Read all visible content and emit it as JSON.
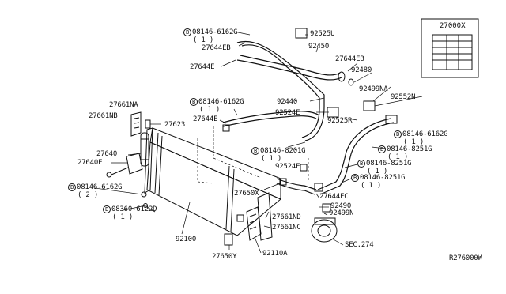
{
  "inset_box": {
    "label": "27000X"
  },
  "callouts": [
    {
      "id": "c1",
      "text": "08146-6162G",
      "qty": "( 1 )",
      "bolt": "B"
    },
    {
      "id": "c2",
      "text": "92525U"
    },
    {
      "id": "c3",
      "text": "27644EB"
    },
    {
      "id": "c4",
      "text": "92450"
    },
    {
      "id": "c5",
      "text": "27644E"
    },
    {
      "id": "c6",
      "text": "27644EB"
    },
    {
      "id": "c7",
      "text": "92480"
    },
    {
      "id": "c8",
      "text": "92499NA"
    },
    {
      "id": "c9",
      "text": "92552N"
    },
    {
      "id": "c10",
      "text": "27661NA"
    },
    {
      "id": "c11",
      "text": "08146-6162G",
      "qty": "( 1 )",
      "bolt": "B"
    },
    {
      "id": "c12",
      "text": "92440"
    },
    {
      "id": "c13",
      "text": "27661NB"
    },
    {
      "id": "c14",
      "text": "27644E"
    },
    {
      "id": "c15",
      "text": "92524E"
    },
    {
      "id": "c16",
      "text": "92525R"
    },
    {
      "id": "c17",
      "text": "27623"
    },
    {
      "id": "c18",
      "text": "08146-6162G",
      "qty": "( 1 )",
      "bolt": "B"
    },
    {
      "id": "c19",
      "text": "27640"
    },
    {
      "id": "c20",
      "text": "08146-8201G",
      "qty": "( 1 )",
      "bolt": "B"
    },
    {
      "id": "c21",
      "text": "08146-8251G",
      "qty": "( 1 )",
      "bolt": "B"
    },
    {
      "id": "c22",
      "text": "27640E"
    },
    {
      "id": "c23",
      "text": "92524E"
    },
    {
      "id": "c24",
      "text": "08146-8251G",
      "qty": "( 1 )",
      "bolt": "B"
    },
    {
      "id": "c25",
      "text": "08146-6162G",
      "qty": "( 2 )",
      "bolt": "B"
    },
    {
      "id": "c26",
      "text": "08146-8251G",
      "qty": "( 1 )",
      "bolt": "B"
    },
    {
      "id": "c27",
      "text": "27650X"
    },
    {
      "id": "c28",
      "text": "27644EC"
    },
    {
      "id": "c29",
      "text": "08360-6122D",
      "qty": "( 1 )",
      "bolt": "B"
    },
    {
      "id": "c30",
      "text": "92490"
    },
    {
      "id": "c31",
      "text": "27661ND"
    },
    {
      "id": "c32",
      "text": "92499N"
    },
    {
      "id": "c33",
      "text": "27661NC"
    },
    {
      "id": "c34",
      "text": "92100"
    },
    {
      "id": "c35",
      "text": "SEC.274"
    },
    {
      "id": "c36",
      "text": "92110A"
    },
    {
      "id": "c37",
      "text": "27650Y"
    }
  ],
  "footer": {
    "ref_code": "R276000W"
  }
}
